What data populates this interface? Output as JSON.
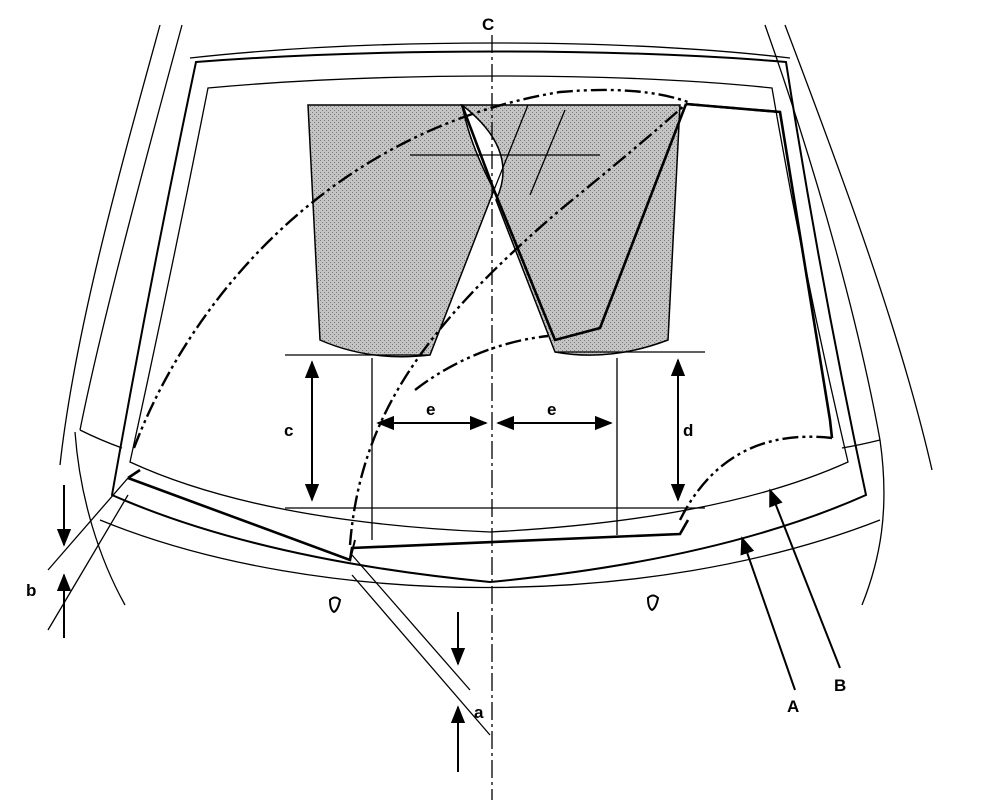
{
  "labels": {
    "center": "C",
    "a": "a",
    "b": "b",
    "c": "c",
    "d": "d",
    "e_left": "e",
    "e_right": "e",
    "A": "A",
    "B": "B"
  },
  "colors": {
    "line": "#000000",
    "wipe_area_fill": "#b9b9b9",
    "background": "#ffffff"
  }
}
